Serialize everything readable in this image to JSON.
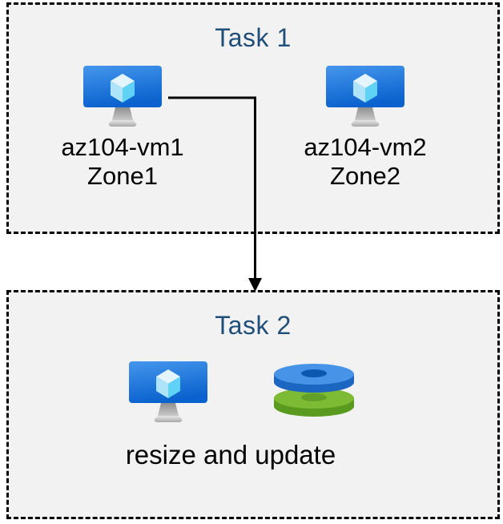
{
  "colors": {
    "page_bg": "#FFFFFF",
    "box_fill": "#F2F2F2",
    "box_border": "#000000",
    "task_title": "#1F4E79",
    "label_text": "#000000",
    "arrow": "#000000",
    "vm_screen_top": "#4596EC",
    "vm_screen_bottom": "#0A62CE",
    "cube_top": "#E4F5FD",
    "cube_left": "#AEE4F9",
    "cube_right": "#5FD2F6",
    "disk_blue_top": "#4693E8",
    "disk_blue_side": "#1A66C0",
    "disk_blue_hole": "#0D57B0",
    "disk_green_top": "#7CBB33",
    "disk_green_side": "#5A9A1E",
    "disk_green_hole": "#619F27"
  },
  "task1": {
    "title": "Task 1",
    "vms": [
      {
        "name": "az104-vm1",
        "zone": "Zone1",
        "icon": "virtual-machine-icon"
      },
      {
        "name": "az104-vm2",
        "zone": "Zone2",
        "icon": "virtual-machine-icon"
      }
    ]
  },
  "task2": {
    "title": "Task 2",
    "caption": "resize and update",
    "icons": [
      "virtual-machine-icon",
      "managed-disks-icon"
    ]
  },
  "arrow": {
    "from": "az104-vm1",
    "to": "Task 2"
  }
}
